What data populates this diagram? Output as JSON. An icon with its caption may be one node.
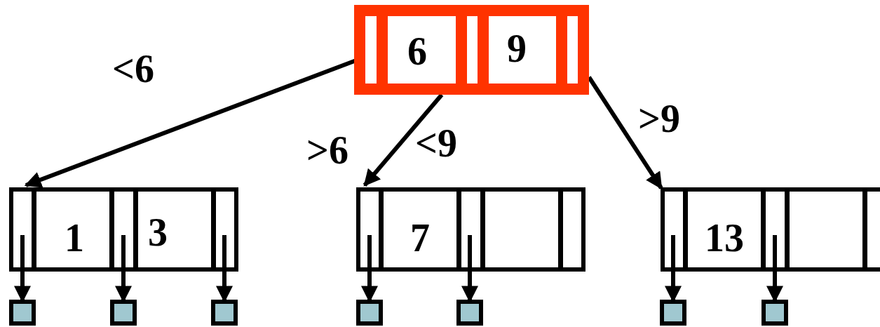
{
  "diagram": {
    "nodes": [
      {
        "text": [],
        "shape": "box"
      },
      {
        "text": [
          "6"
        ],
        "in": 0
      },
      {
        "text": [
          "9"
        ],
        "in": 0
      },
      {
        "text": [],
        "shape": "box"
      },
      {
        "text": [
          "1"
        ],
        "in": 3
      },
      {
        "text": [
          "3"
        ],
        "in": 3
      },
      {
        "text": [],
        "shape": "box"
      },
      {
        "text": [
          "7"
        ],
        "in": 6
      },
      {
        "text": [],
        "shape": "box",
        "in": 6
      },
      {
        "text": [],
        "shape": "box"
      },
      {
        "text": [
          "13"
        ],
        "in": 9
      },
      {
        "text": [],
        "shape": "box",
        "in": 9
      },
      {
        "text": [],
        "shape": "box"
      },
      {
        "text": [],
        "shape": "box"
      },
      {
        "text": [],
        "shape": "box"
      },
      {
        "text": [],
        "shape": "box"
      },
      {
        "text": [],
        "shape": "box"
      },
      {
        "text": [],
        "shape": "box"
      },
      {
        "text": [],
        "shape": "box"
      }
    ],
    "edges": [
      {
        "from": 0,
        "to": 3,
        "arrow": "to"
      },
      {
        "from": 0,
        "to": 6,
        "arrow": "to"
      },
      {
        "from": 0,
        "to": 9,
        "arrow": "to"
      },
      {
        "from": 3,
        "to": 12,
        "arrow": "to"
      },
      {
        "from": 3,
        "to": 13,
        "arrow": "to"
      },
      {
        "from": 3,
        "to": 14,
        "arrow": "to"
      },
      {
        "from": 6,
        "to": 15,
        "arrow": "to"
      },
      {
        "from": 6,
        "to": 16,
        "arrow": "to"
      },
      {
        "from": 9,
        "to": 17,
        "arrow": "to"
      },
      {
        "from": 9,
        "to": 18,
        "arrow": "to"
      }
    ],
    "labels": [
      "<6",
      ">6",
      "<9",
      ">9"
    ]
  }
}
